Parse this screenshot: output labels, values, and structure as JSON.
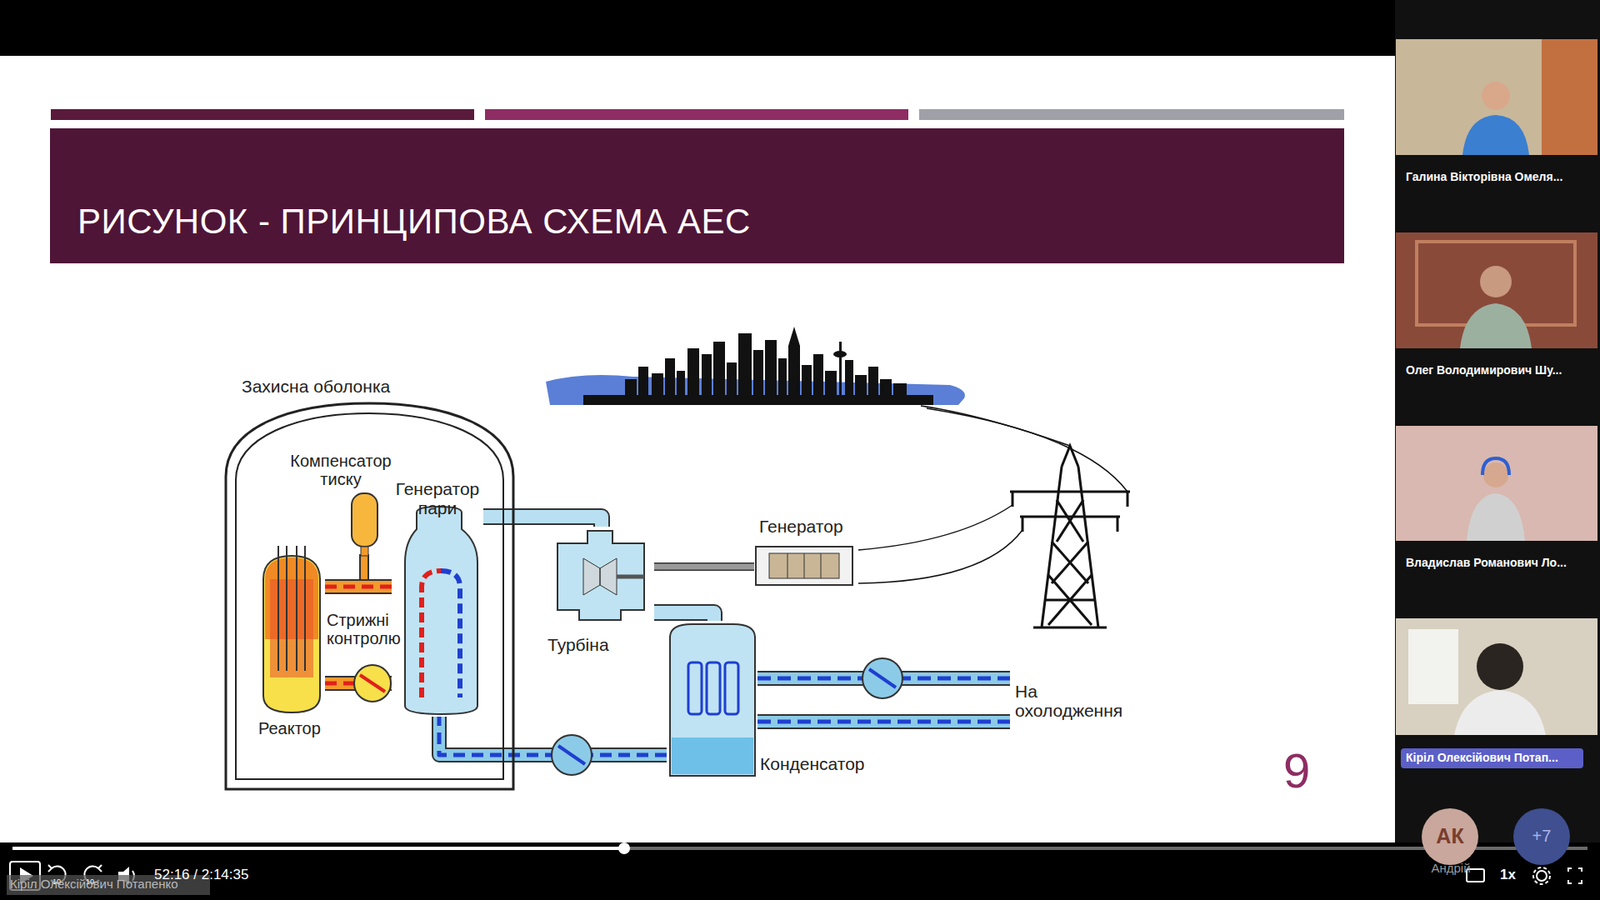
{
  "diagram": {
    "title": "РИСУНОК - ПРИНЦИПОВА СХЕМА АЕС",
    "nodes": [
      {
        "text": [
          "Захисна оболонка"
        ]
      },
      {
        "text": [
          "Компенсатор тиску"
        ],
        "in": 0
      },
      {
        "text": [
          "Реактор"
        ],
        "in": 0
      },
      {
        "text": [
          "Генератор пари"
        ],
        "in": 0
      },
      {
        "text": [
          "Турбіна"
        ]
      },
      {
        "text": [
          "Генератор"
        ]
      },
      {
        "text": [
          "Конденсатор"
        ]
      }
    ],
    "edges": [
      {
        "from": 2,
        "to": 3,
        "arrow": "none"
      },
      {
        "from": 3,
        "to": 2,
        "arrow": "none"
      },
      {
        "from": 3,
        "to": 4,
        "arrow": "none"
      },
      {
        "from": 4,
        "to": 5,
        "arrow": "none"
      },
      {
        "from": 4,
        "to": 6,
        "arrow": "none"
      },
      {
        "from": 6,
        "to": 3,
        "arrow": "none"
      }
    ],
    "labels": [
      "Стрижні контролю",
      "На охолодження",
      "9",
      "Галина Вікторівна Омеля...",
      "Олег Володимирович Шу...",
      "Владислав Романович Ло...",
      "Кіріл Олексійович Потап...",
      "АК",
      "Андрій",
      "+7",
      "52:16 / 2:14:35",
      "1x",
      "10",
      "10",
      "Кіріл Олексійович Потапенко"
    ]
  }
}
